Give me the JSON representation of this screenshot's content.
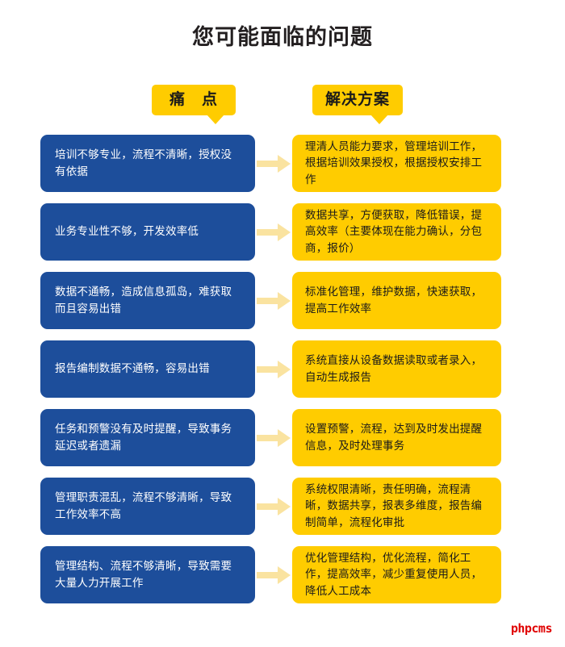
{
  "page": {
    "title": "您可能面临的问题",
    "watermark": "phpcms"
  },
  "colors": {
    "pain_box": "#1D4E9B",
    "solution_box": "#FFCC00",
    "badge": "#FFCC00",
    "arrow": "#FAE3A0",
    "title_text": "#231F20",
    "watermark_text": "#E00000"
  },
  "headers": {
    "pain_label": "痛　点",
    "solution_label": "解决方案"
  },
  "rows": [
    {
      "pain": "培训不够专业，流程不清晰，授权没有依据",
      "solution": "理清人员能力要求，管理培训工作，根据培训效果授权，根据授权安排工作"
    },
    {
      "pain": "业务专业性不够，开发效率低",
      "solution": "数据共享，方便获取，降低错误，提高效率（主要体现在能力确认，分包商，报价）"
    },
    {
      "pain": "数据不通畅，造成信息孤岛，难获取而且容易出错",
      "solution": "标准化管理，维护数据，快速获取，提高工作效率"
    },
    {
      "pain": "报告编制数据不通畅，容易出错",
      "solution": "系统直接从设备数据读取或者录入，自动生成报告"
    },
    {
      "pain": "任务和预警没有及时提醒，导致事务延迟或者遗漏",
      "solution": "设置预警，流程，达到及时发出提醒信息，及时处理事务"
    },
    {
      "pain": "管理职责混乱，流程不够清晰，导致工作效率不高",
      "solution": "系统权限清晰，责任明确，流程清晰，数据共享，报表多维度，报告编制简单，流程化审批"
    },
    {
      "pain": "管理结构、流程不够清晰，导致需要大量人力开展工作",
      "solution": "优化管理结构，优化流程，简化工作，提高效率，减少重复使用人员，降低人工成本"
    }
  ]
}
